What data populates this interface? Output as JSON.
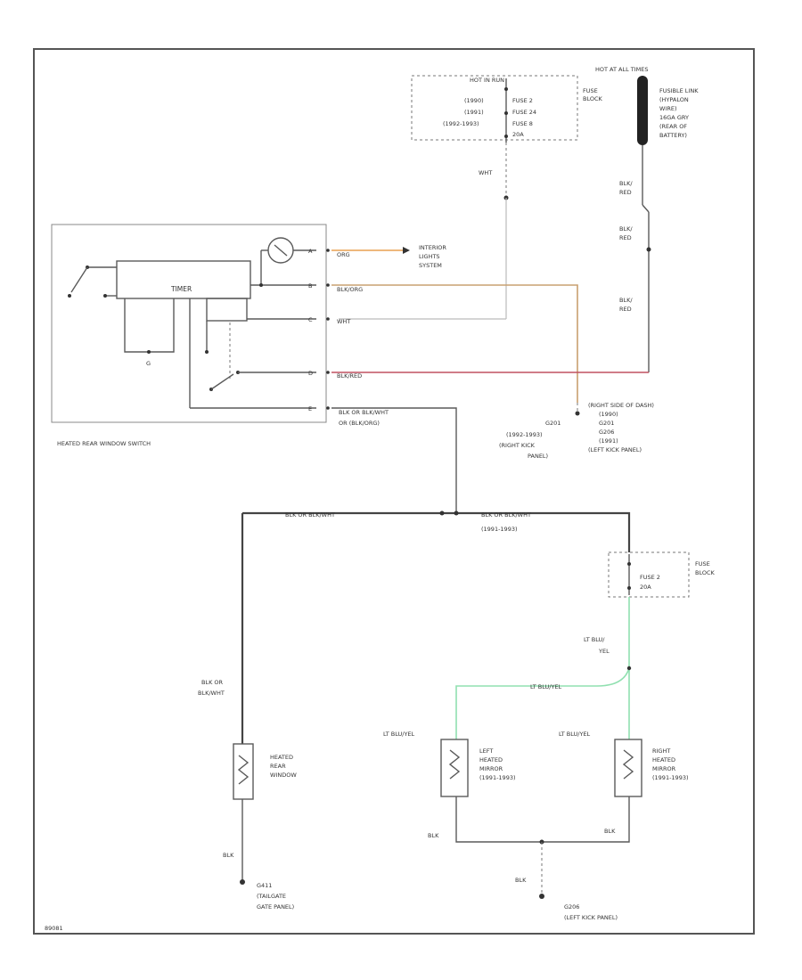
{
  "colors": {
    "wire": "#5a5a5a",
    "orange": "#e8a050",
    "tan": "#c9a070",
    "red": "#c05060",
    "green": "#90e0b0",
    "frame": "#555555"
  },
  "labels": {
    "hot_run": "HOT IN RUN",
    "fuse_block_top": "FUSE\nBLOCK",
    "years": [
      "(1990)",
      "(1991)",
      "(1992-1993)"
    ],
    "fuses": [
      "FUSE 2",
      "FUSE 24",
      "FUSE 8"
    ],
    "fuse_amp": "20A",
    "hot_all_times": "HOT AT ALL TIMES",
    "fusible_link": "FUSIBLE LINK\n(HYPALON\nWIRE)\n16GA GRY\n(REAR OF\nBATTERY)",
    "blk_red_1": "BLK/\nRED",
    "blk_red_2": "BLK/\nRED",
    "blk_red_3": "BLK/\nRED",
    "wht_top": "WHT",
    "timer": "TIMER",
    "org": "ORG",
    "interior_lights": "INTERIOR\nLIGHTS\nSYSTEM",
    "blk_org": "BLK/ORG",
    "wht": "WHT",
    "blk_red_switch": "BLK/RED",
    "blk_or_blk_wht": "BLK OR BLK/WHT\nOR (BLK/ORG)",
    "switch_name": "HEATED REAR WINDOW SWITCH",
    "right_side_dash": "(RIGHT SIDE OF DASH)\n(1990)\nG201\nG206\n(1991)\n(LEFT KICK PANEL)",
    "g201": "G201\n(1992-1993)\n(RIGHT KICK\nPANEL)",
    "bus_left": "BLK OR BLK/WHT",
    "bus_right": "BLK OR BLK/WHT",
    "bus_years": "(1991-1993)",
    "fuse_block_2": "FUSE\nBLOCK",
    "fuse2": "FUSE 2\n20A",
    "lt_blu_yel": "LT BLU/\nYEL",
    "lt_blu_yel_2": "LT BLU/YEL",
    "lt_blu_yel_3": "LT BLU/YEL",
    "lt_blu_yel_4": "LT BLU/YEL",
    "blk_or_blk_wht_left": "BLK OR\nBLK/WHT",
    "heated_rear_window": "HEATED\nREAR\nWINDOW",
    "left_mirror": "LEFT\nHEATED\nMIRROR\n(1991-1993)",
    "right_mirror": "RIGHT\nHEATED\nMIRROR\n(1991-1993)",
    "blk_1": "BLK",
    "blk_2": "BLK",
    "blk_3": "BLK",
    "blk_4": "BLK",
    "g411": "G411\n(TAILGATE\nGATE PANEL)",
    "g206": "G206\n(LEFT KICK PANEL)",
    "fig": "89081"
  }
}
